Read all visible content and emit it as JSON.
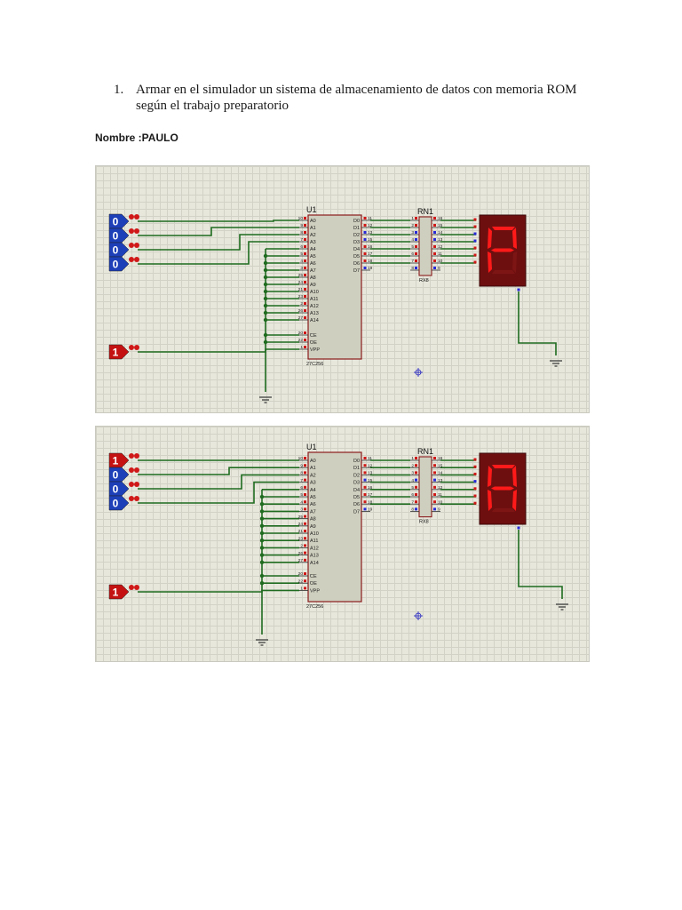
{
  "instruction": {
    "number": "1.",
    "text": "Armar en el simulador un sistema de almacenamiento de datos con memoria ROM según el trabajo preparatorio"
  },
  "name_line": "Nombre :PAULO",
  "circuits": [
    {
      "inputs": [
        "0",
        "0",
        "0",
        "0"
      ],
      "vpp_input": "1",
      "display_char": "P",
      "display_segments": [
        "a",
        "b",
        "e",
        "f",
        "g"
      ]
    },
    {
      "inputs": [
        "1",
        "0",
        "0",
        "0"
      ],
      "vpp_input": "1",
      "display_char": "A",
      "display_segments": [
        "a",
        "b",
        "c",
        "e",
        "f",
        "g"
      ]
    }
  ],
  "rom": {
    "ref": "U1",
    "part": "27C256",
    "left_pins": [
      {
        "num": "10",
        "name": "A0"
      },
      {
        "num": "9",
        "name": "A1"
      },
      {
        "num": "8",
        "name": "A2"
      },
      {
        "num": "7",
        "name": "A3"
      },
      {
        "num": "6",
        "name": "A4"
      },
      {
        "num": "5",
        "name": "A5"
      },
      {
        "num": "4",
        "name": "A6"
      },
      {
        "num": "3",
        "name": "A7"
      },
      {
        "num": "25",
        "name": "A8"
      },
      {
        "num": "24",
        "name": "A9"
      },
      {
        "num": "21",
        "name": "A10"
      },
      {
        "num": "23",
        "name": "A11"
      },
      {
        "num": "2",
        "name": "A12"
      },
      {
        "num": "26",
        "name": "A13"
      },
      {
        "num": "27",
        "name": "A14"
      }
    ],
    "control_pins": [
      {
        "num": "20",
        "name": "CE"
      },
      {
        "num": "22",
        "name": "OE"
      },
      {
        "num": "1",
        "name": "VPP"
      }
    ],
    "data_pins": [
      {
        "num": "11",
        "name": "D0"
      },
      {
        "num": "12",
        "name": "D1"
      },
      {
        "num": "13",
        "name": "D2"
      },
      {
        "num": "15",
        "name": "D3"
      },
      {
        "num": "16",
        "name": "D4"
      },
      {
        "num": "17",
        "name": "D5"
      },
      {
        "num": "18",
        "name": "D6"
      },
      {
        "num": "19",
        "name": "D7"
      }
    ]
  },
  "resistor_network": {
    "ref": "RN1",
    "part": "RX8",
    "left_pins": [
      "1",
      "2",
      "3",
      "4",
      "5",
      "6",
      "7",
      "8"
    ],
    "right_pins": [
      "16",
      "15",
      "14",
      "13",
      "12",
      "11",
      "10",
      "9"
    ]
  },
  "colors": {
    "wire": "#1f6b1f",
    "component_outline": "#8a1c1c",
    "component_fill": "#cfcfbf",
    "logic_low": "#1d3fb8",
    "logic_high": "#c41212",
    "display_body": "#6e0f0f",
    "segment_on": "#ff1a1a",
    "segment_off": "#7e1515",
    "pin_red": "#d01818",
    "pin_blue": "#2828d8"
  }
}
